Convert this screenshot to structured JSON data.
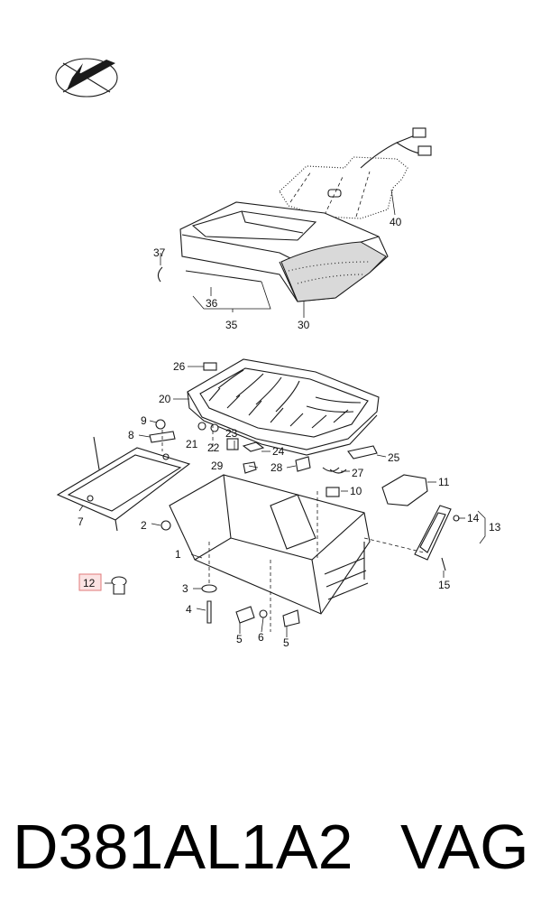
{
  "callouts": {
    "n1": "1",
    "n2": "2",
    "n3": "3",
    "n4": "4",
    "n5a": "5",
    "n5b": "5",
    "n6": "6",
    "n7": "7",
    "n8": "8",
    "n9": "9",
    "n10": "10",
    "n11": "11",
    "n12": "12",
    "n13": "13",
    "n14": "14",
    "n15": "15",
    "n20": "20",
    "n21": "21",
    "n22": "22",
    "n23": "23",
    "n24": "24",
    "n25": "25",
    "n26": "26",
    "n27": "27",
    "n28": "28",
    "n29": "29",
    "n30": "30",
    "n35": "35",
    "n36": "36",
    "n37": "37",
    "n40": "40"
  },
  "caption": {
    "part_number": "D381AL1A2",
    "brand": "VAG"
  },
  "colors": {
    "line": "#1a1a1a",
    "highlight_box": "#e07a7a",
    "highlight_fill": "#fbe3e3"
  }
}
